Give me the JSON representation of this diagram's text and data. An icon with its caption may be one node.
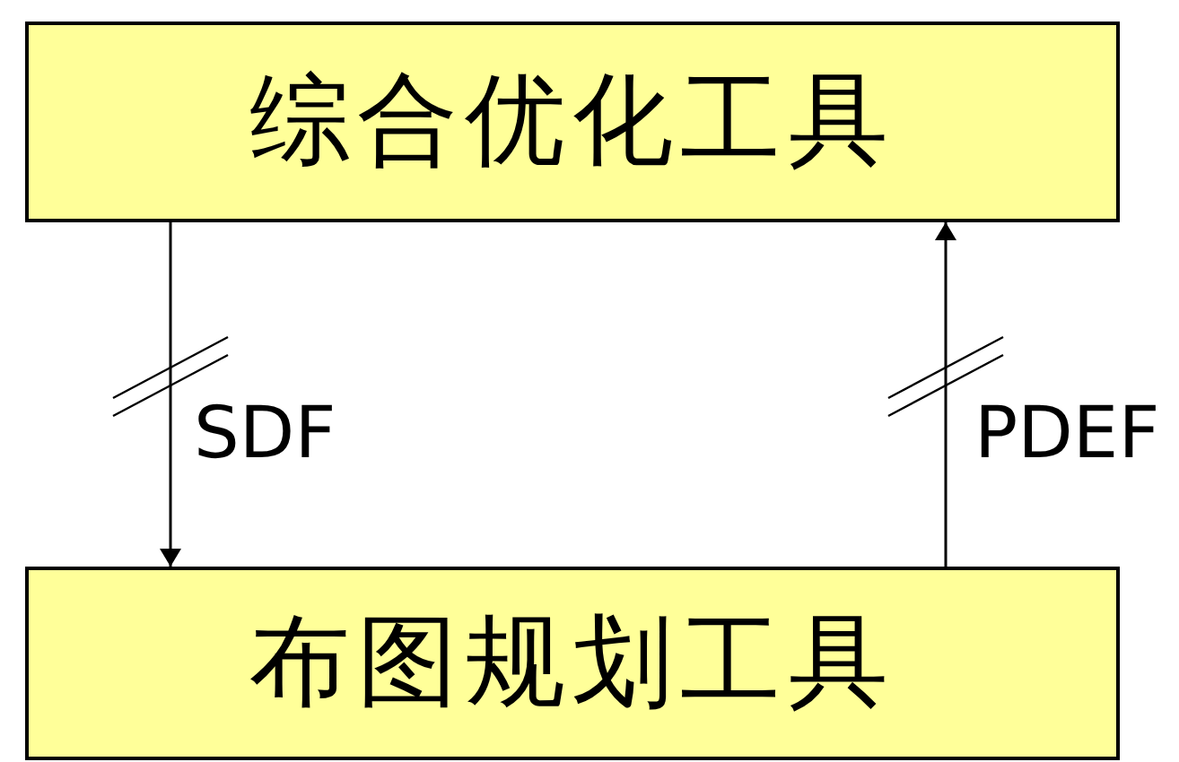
{
  "diagram": {
    "nodes": [
      {
        "text": [
          "综合优化工具"
        ]
      },
      {
        "text": [
          "布图规划工具"
        ]
      }
    ],
    "edges": [
      {
        "from": 0,
        "to": 1,
        "arrow": "to",
        "label": "SDF"
      },
      {
        "from": 1,
        "to": 0,
        "arrow": "to",
        "label": "PDEF"
      }
    ]
  }
}
